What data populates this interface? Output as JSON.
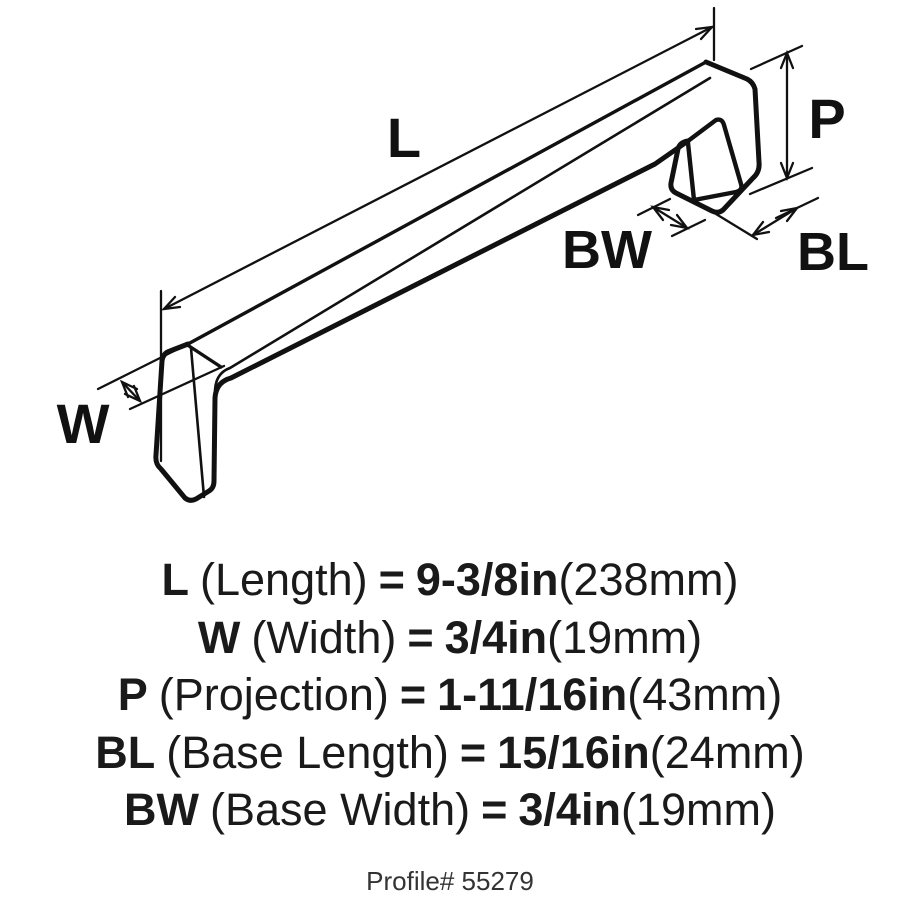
{
  "diagram": {
    "labels": {
      "length": "L",
      "width": "W",
      "projection": "P",
      "base_width": "BW",
      "base_length": "BL"
    }
  },
  "specs": [
    {
      "abbr": "L",
      "name": "(Length)",
      "equals": "=",
      "value": "9-3/8in",
      "metric": "(238mm)"
    },
    {
      "abbr": "W",
      "name": "(Width)",
      "equals": "=",
      "value": "3/4in",
      "metric": "(19mm)"
    },
    {
      "abbr": "P",
      "name": "(Projection)",
      "equals": "=",
      "value": "1-11/16in",
      "metric": "(43mm)"
    },
    {
      "abbr": "BL",
      "name": "(Base Length)",
      "equals": "=",
      "value": "15/16in",
      "metric": "(24mm)"
    },
    {
      "abbr": "BW",
      "name": "(Base Width)",
      "equals": "=",
      "value": "3/4in",
      "metric": "(19mm)"
    }
  ],
  "footer": {
    "profile_label": "Profile# 55279"
  },
  "colors": {
    "ink": "#111111",
    "text": "#1a1a1a",
    "background": "#ffffff"
  }
}
